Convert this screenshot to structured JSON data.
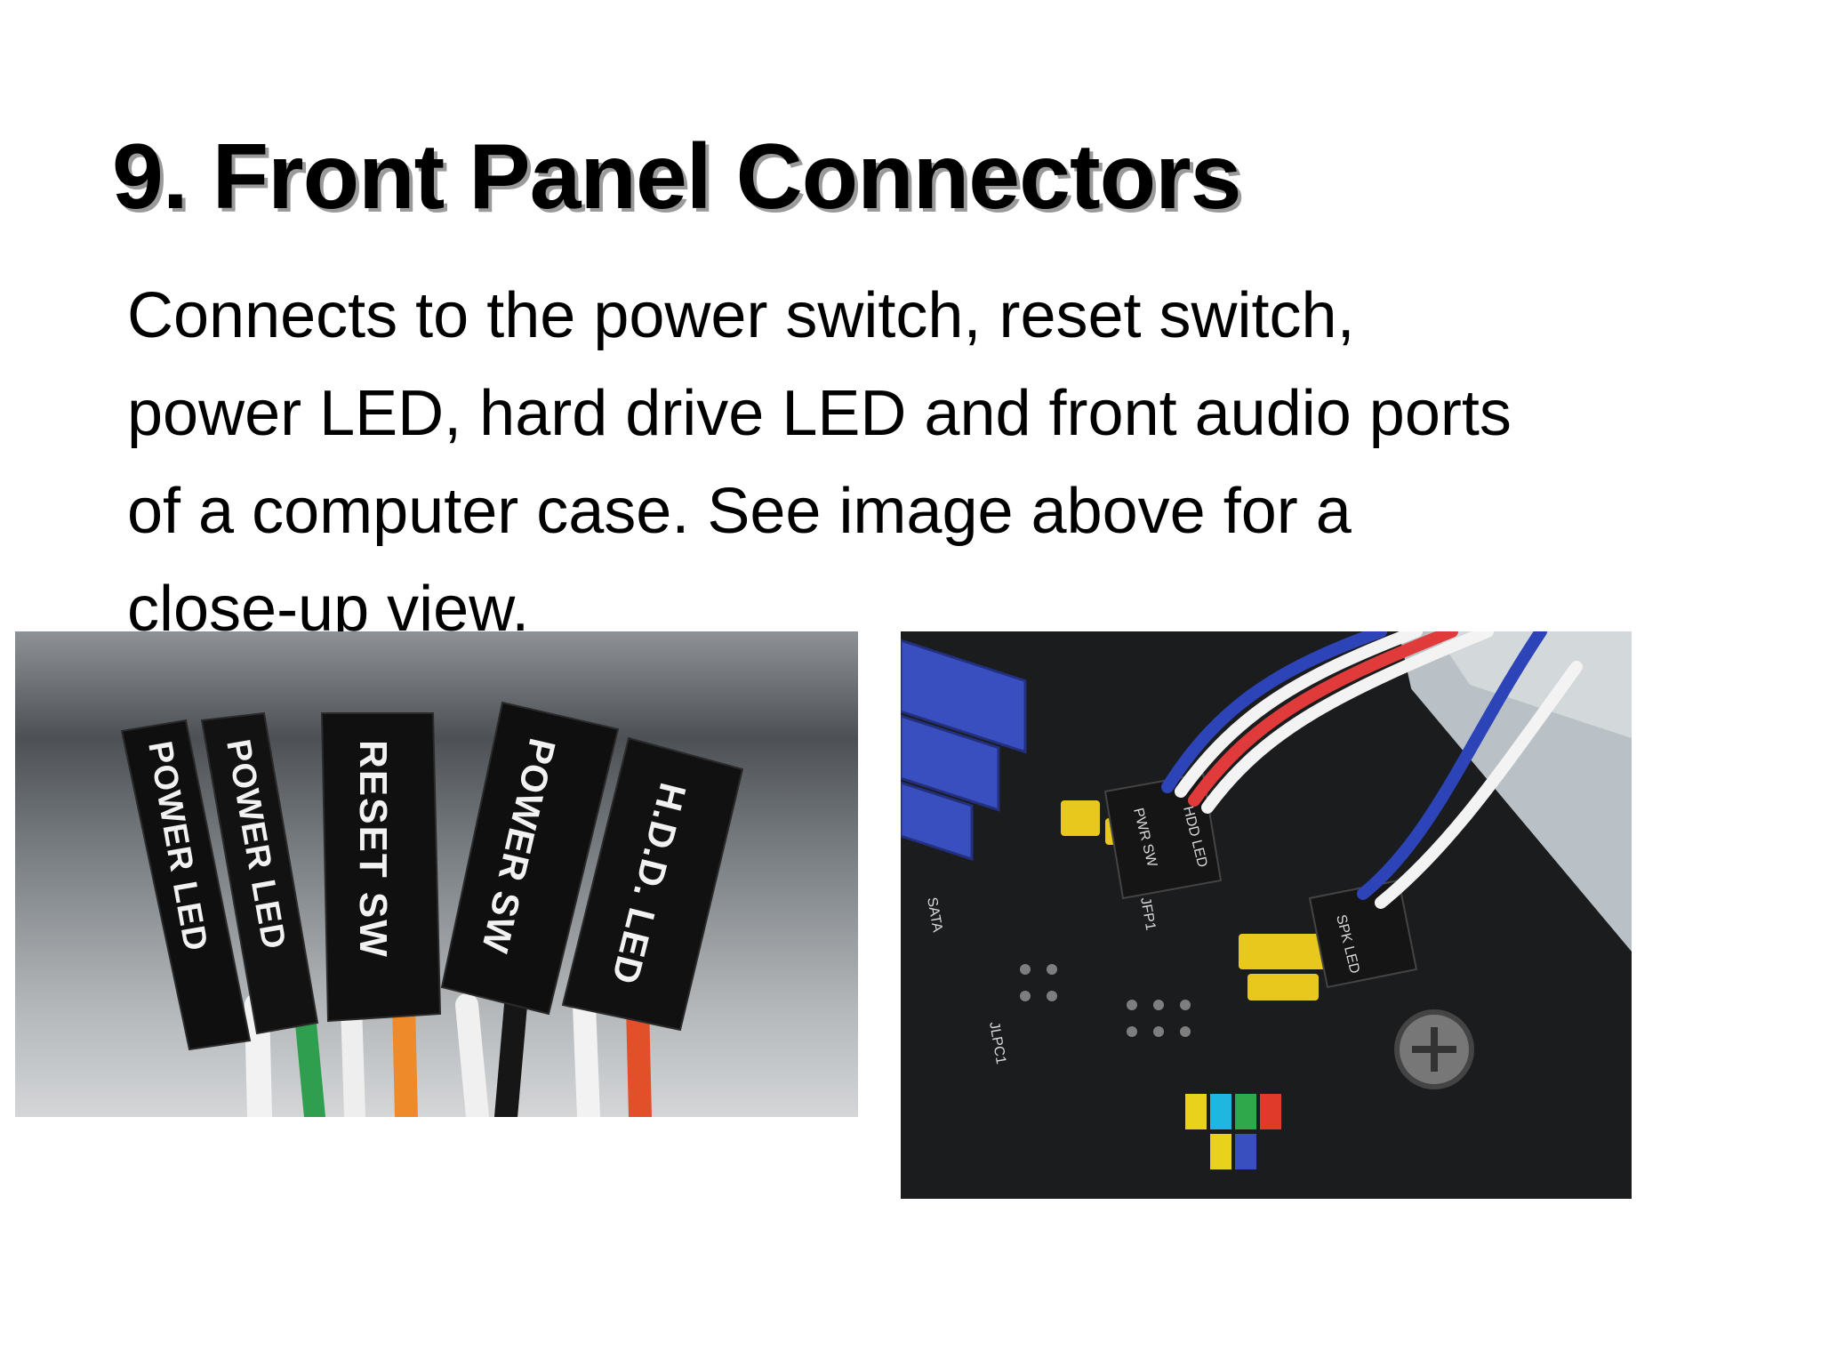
{
  "slide": {
    "title": "9. Front Panel Connectors",
    "body": "Connects to the power switch, reset switch,\npower LED, hard drive LED and front audio ports\nof a computer case. See image above for a\nclose-up view."
  },
  "images": {
    "left": {
      "connectors": [
        {
          "label": "POWER LED"
        },
        {
          "label": "POWER LED"
        },
        {
          "label": "RESET SW"
        },
        {
          "label": "POWER SW"
        },
        {
          "label": "H.D.D. LED"
        }
      ]
    },
    "right": {
      "board_labels": [
        "PWR SW",
        "HDD LED",
        "SPK LED",
        "SATA",
        "JFP1",
        "JLPC1"
      ]
    }
  },
  "colors": {
    "title_shadow": "#9a9a9a",
    "connector_cap": "#111111",
    "board_pcb": "#1a1b1d",
    "header_yellow": "#e8c81c",
    "sata_blue": "#3a4fbf"
  }
}
